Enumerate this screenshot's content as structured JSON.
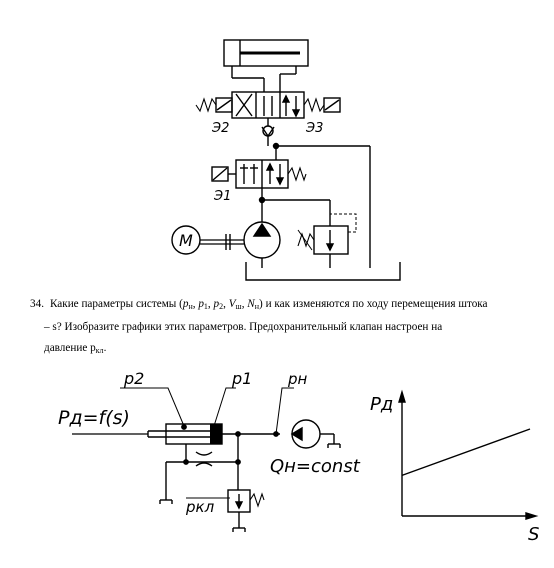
{
  "top_diagram": {
    "label_e2": "Э2",
    "label_e3": "Э3",
    "label_e1": "Э1",
    "motor_label": "M"
  },
  "question": {
    "number": "34.",
    "line1": "Какие параметры системы (",
    "vars": [
      "p",
      "н",
      ", ",
      "p",
      "1",
      ", ",
      "p",
      "2",
      ", ",
      "V",
      "ш",
      ", ",
      "N",
      "н"
    ],
    "line1_end": ") и как изменяются по ходу перемещения штока",
    "line2": "– s? Изобразите графики этих параметров. Предохранительный клапан настроен на",
    "line3": "давление p",
    "line3_sub": "кл",
    "line3_end": "."
  },
  "bottom_diagram": {
    "label_p2": "p2",
    "label_p1": "p1",
    "label_pn": "pн",
    "force_label": "Pд=f(s)",
    "flow_label": "Qн=const",
    "valve_label": "pкл"
  },
  "graph": {
    "y_axis_label": "Pд",
    "x_axis_label": "S",
    "line_start": 0.35,
    "line_end": 0.75
  }
}
